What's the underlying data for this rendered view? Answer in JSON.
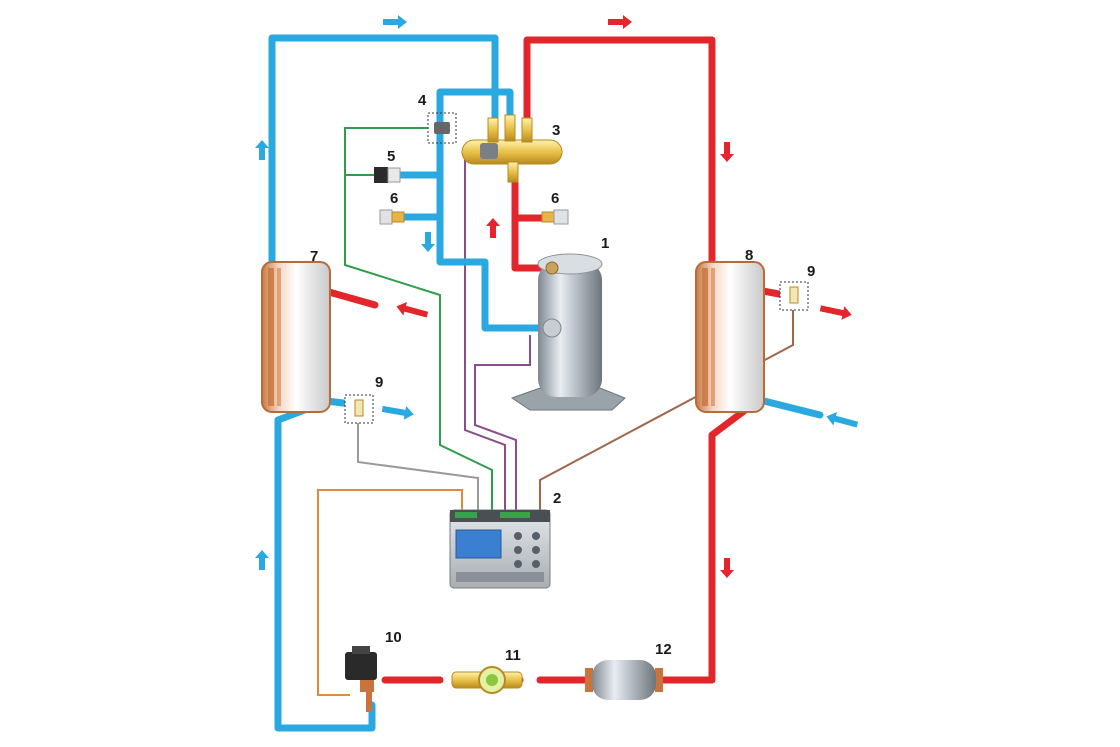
{
  "colors": {
    "hot_pipe": "#e3262b",
    "cold_pipe": "#2aa9e0",
    "wire_green": "#2e9e4e",
    "wire_purple": "#8a4f8a",
    "wire_brown": "#a0674b",
    "wire_gray": "#9a9a9a",
    "wire_orange": "#e08a3c",
    "copper": "#c8743c",
    "brass": "#e8c14a"
  },
  "labels": {
    "compressor": "1",
    "controller": "2",
    "reversing_valve": "3",
    "pressure_switch": "4",
    "pressure_transducer": "5",
    "sensor_left": "6",
    "sensor_right": "6",
    "exchanger_left": "7",
    "exchanger_right": "8",
    "temp_sensor_left": "9",
    "temp_sensor_right": "9",
    "expansion_valve": "10",
    "sight_glass": "11",
    "filter_drier": "12"
  }
}
